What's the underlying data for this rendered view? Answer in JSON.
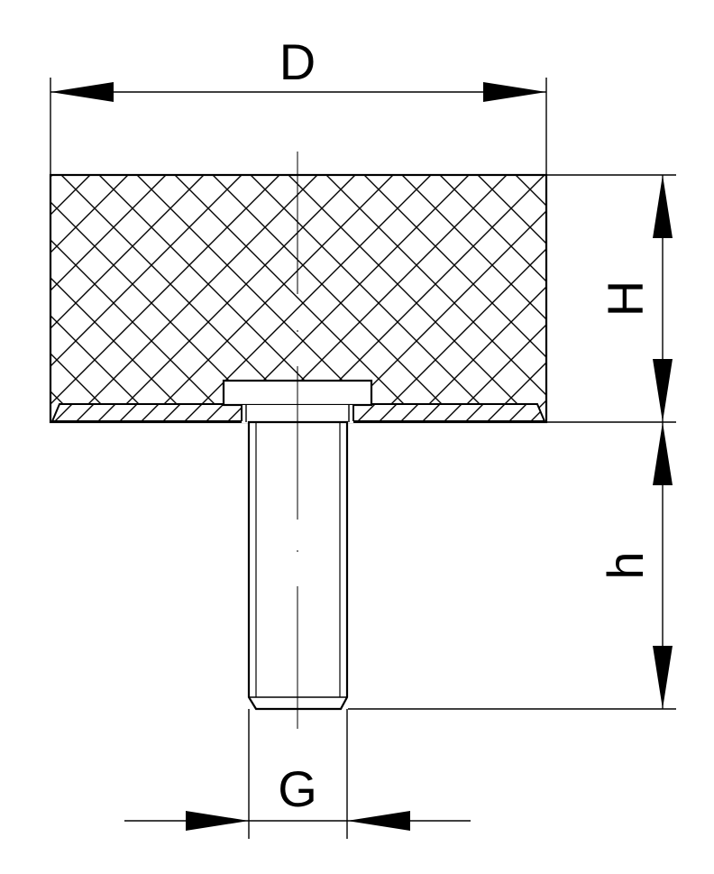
{
  "dimensions": {
    "diameter": "D",
    "height": "H",
    "stud_length": "h",
    "thread": "G"
  },
  "colors": {
    "line": "#000000",
    "background": "#ffffff"
  }
}
